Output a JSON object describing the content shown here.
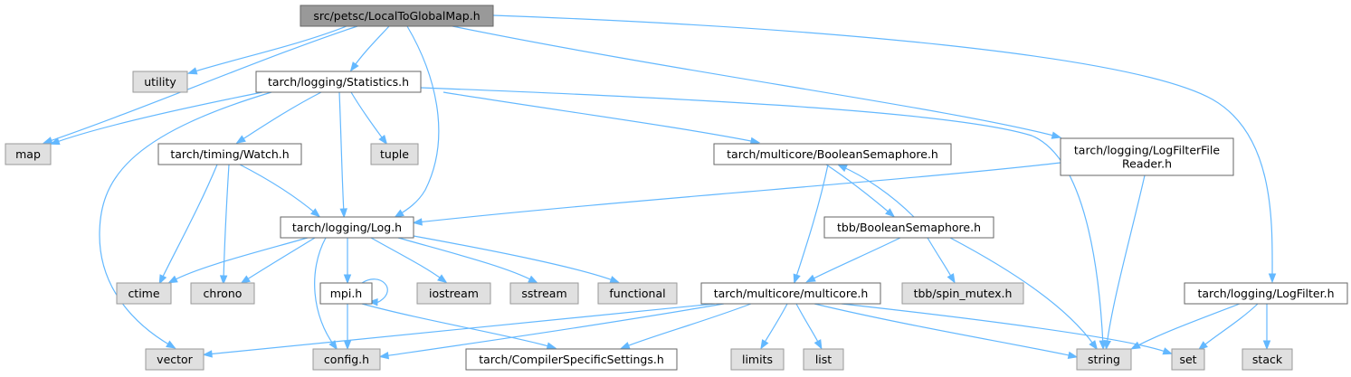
{
  "title": "src/petsc/LocalToGlobalMap.h",
  "colors": {
    "edge": "#63b8ff",
    "root_fill": "#999999",
    "header_fill": "#ffffff",
    "system_fill": "#e0e0e0",
    "border": "#666666"
  },
  "nodes": [
    {
      "id": "root",
      "label": "src/petsc/LocalToGlobalMap.h",
      "kind": "root"
    },
    {
      "id": "utility",
      "label": "utility",
      "kind": "system"
    },
    {
      "id": "statistics",
      "label": "tarch/logging/Statistics.h",
      "kind": "header"
    },
    {
      "id": "map",
      "label": "map",
      "kind": "system"
    },
    {
      "id": "watch",
      "label": "tarch/timing/Watch.h",
      "kind": "header"
    },
    {
      "id": "tuple",
      "label": "tuple",
      "kind": "system"
    },
    {
      "id": "boolsem",
      "label": "tarch/multicore/BooleanSemaphore.h",
      "kind": "header"
    },
    {
      "id": "logfilterfile",
      "label": [
        "tarch/logging/LogFilterFile",
        "Reader.h"
      ],
      "kind": "header"
    },
    {
      "id": "log",
      "label": "tarch/logging/Log.h",
      "kind": "header"
    },
    {
      "id": "tbbsem",
      "label": "tbb/BooleanSemaphore.h",
      "kind": "header"
    },
    {
      "id": "ctime",
      "label": "ctime",
      "kind": "system"
    },
    {
      "id": "chrono",
      "label": "chrono",
      "kind": "system"
    },
    {
      "id": "mpi",
      "label": "mpi.h",
      "kind": "header"
    },
    {
      "id": "iostream",
      "label": "iostream",
      "kind": "system"
    },
    {
      "id": "sstream",
      "label": "sstream",
      "kind": "system"
    },
    {
      "id": "functional",
      "label": "functional",
      "kind": "system"
    },
    {
      "id": "multicore",
      "label": "tarch/multicore/multicore.h",
      "kind": "header"
    },
    {
      "id": "spinmutex",
      "label": "tbb/spin_mutex.h",
      "kind": "system"
    },
    {
      "id": "logfilter",
      "label": "tarch/logging/LogFilter.h",
      "kind": "header"
    },
    {
      "id": "vector",
      "label": "vector",
      "kind": "system"
    },
    {
      "id": "config",
      "label": "config.h",
      "kind": "system"
    },
    {
      "id": "compiler",
      "label": "tarch/CompilerSpecificSettings.h",
      "kind": "header"
    },
    {
      "id": "limits",
      "label": "limits",
      "kind": "system"
    },
    {
      "id": "list",
      "label": "list",
      "kind": "system"
    },
    {
      "id": "string",
      "label": "string",
      "kind": "system"
    },
    {
      "id": "set",
      "label": "set",
      "kind": "system"
    },
    {
      "id": "stack",
      "label": "stack",
      "kind": "system"
    }
  ],
  "edges": [
    [
      "root",
      "utility"
    ],
    [
      "root",
      "statistics"
    ],
    [
      "root",
      "map"
    ],
    [
      "root",
      "log"
    ],
    [
      "root",
      "logfilterfile"
    ],
    [
      "root",
      "logfilter"
    ],
    [
      "statistics",
      "map"
    ],
    [
      "statistics",
      "watch"
    ],
    [
      "statistics",
      "tuple"
    ],
    [
      "statistics",
      "log"
    ],
    [
      "statistics",
      "boolsem"
    ],
    [
      "statistics",
      "string"
    ],
    [
      "statistics",
      "vector"
    ],
    [
      "watch",
      "log"
    ],
    [
      "watch",
      "ctime"
    ],
    [
      "watch",
      "chrono"
    ],
    [
      "boolsem",
      "tbbsem"
    ],
    [
      "boolsem",
      "multicore"
    ],
    [
      "tbbsem",
      "boolsem"
    ],
    [
      "tbbsem",
      "multicore"
    ],
    [
      "tbbsem",
      "spinmutex"
    ],
    [
      "tbbsem",
      "string"
    ],
    [
      "logfilterfile",
      "log"
    ],
    [
      "logfilterfile",
      "string"
    ],
    [
      "log",
      "ctime"
    ],
    [
      "log",
      "chrono"
    ],
    [
      "log",
      "mpi"
    ],
    [
      "log",
      "iostream"
    ],
    [
      "log",
      "sstream"
    ],
    [
      "log",
      "functional"
    ],
    [
      "log",
      "config"
    ],
    [
      "mpi",
      "mpi"
    ],
    [
      "mpi",
      "config"
    ],
    [
      "mpi",
      "compiler"
    ],
    [
      "multicore",
      "vector"
    ],
    [
      "multicore",
      "config"
    ],
    [
      "multicore",
      "compiler"
    ],
    [
      "multicore",
      "limits"
    ],
    [
      "multicore",
      "list"
    ],
    [
      "multicore",
      "string"
    ],
    [
      "multicore",
      "set"
    ],
    [
      "logfilter",
      "string"
    ],
    [
      "logfilter",
      "set"
    ],
    [
      "logfilter",
      "stack"
    ]
  ]
}
